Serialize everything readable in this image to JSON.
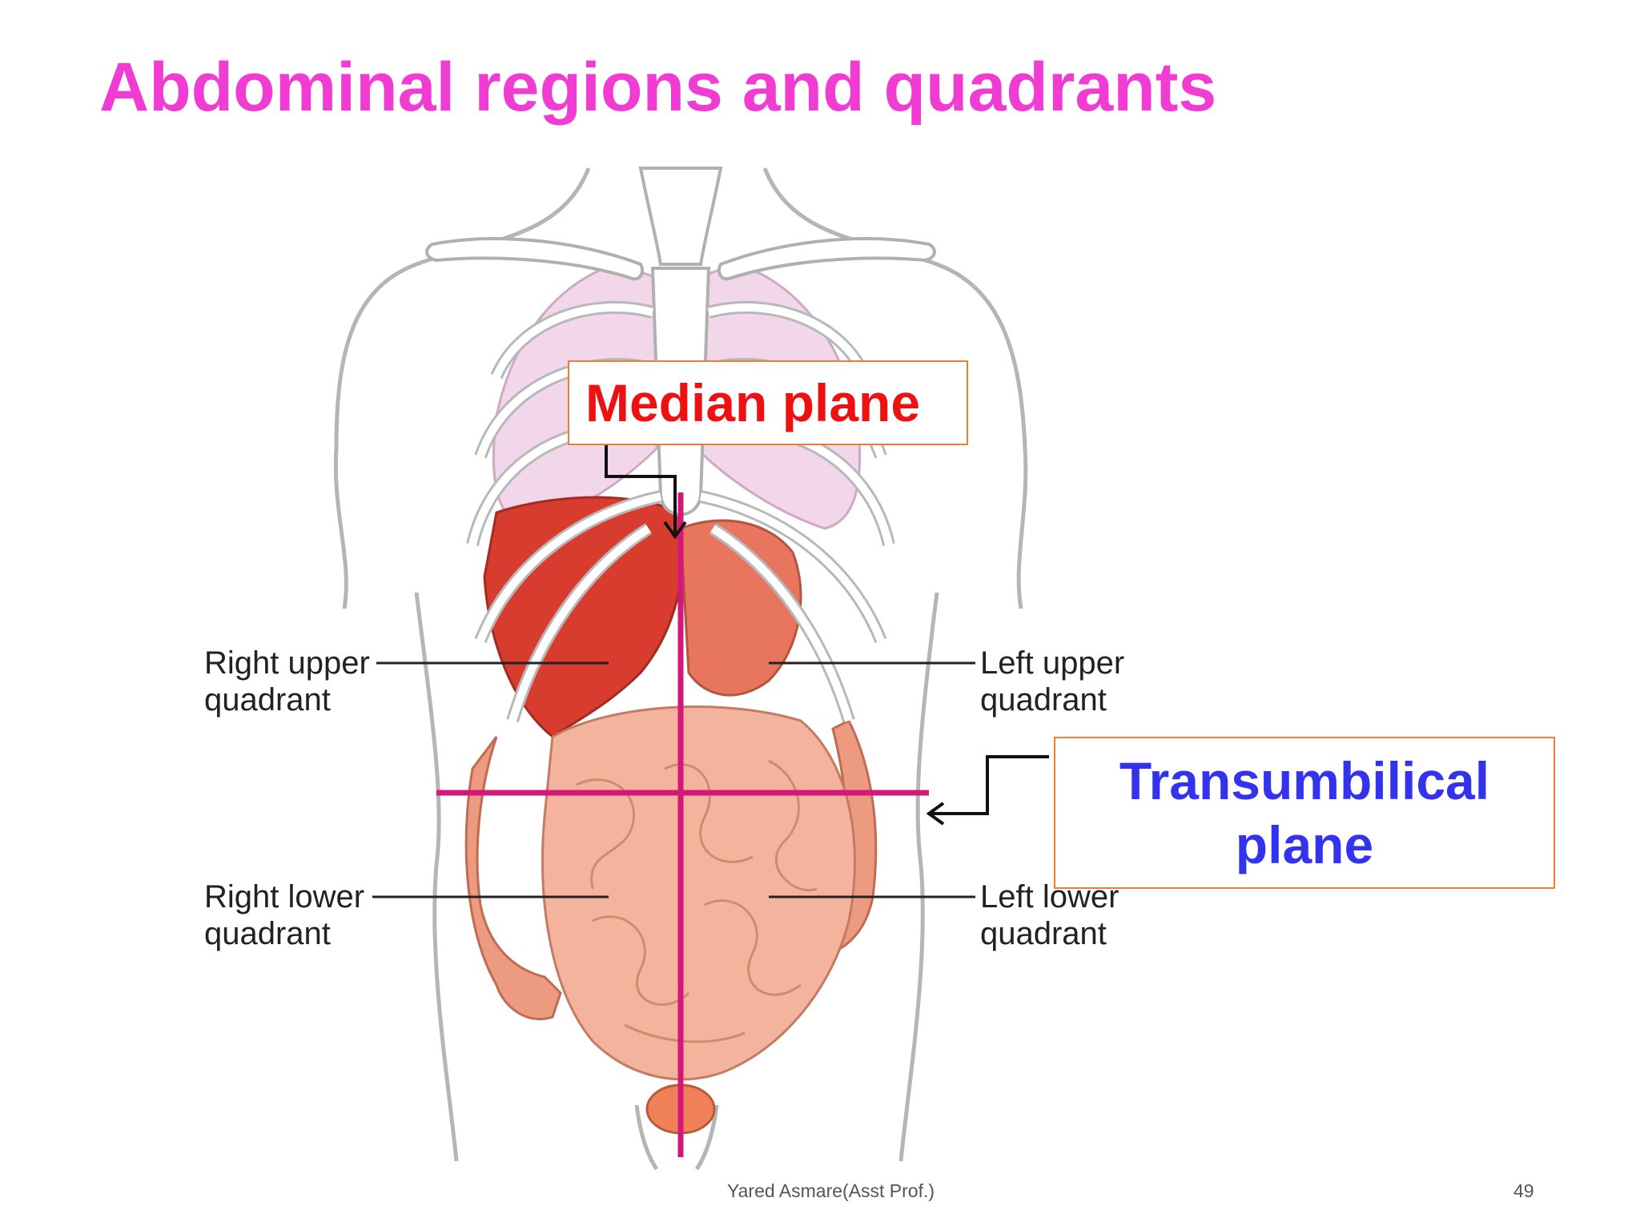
{
  "title": "Abdominal regions and quadrants",
  "labels": {
    "right_upper": [
      "Right upper",
      "quadrant"
    ],
    "left_upper": [
      "Left upper",
      "quadrant"
    ],
    "right_lower": [
      "Right lower",
      "quadrant"
    ],
    "left_lower": [
      "Left lower",
      "quadrant"
    ]
  },
  "callouts": {
    "median": "Median plane",
    "transumbilical": [
      "Transumbilical",
      "plane"
    ]
  },
  "footer": {
    "author": "Yared Asmare(Asst Prof.)",
    "page": "49"
  },
  "colors": {
    "title": "#f03cd2",
    "plane_lines": "#d6177a",
    "median_text": "#ee1111",
    "transumbilical_text": "#3333ee",
    "callout_border": "#e8803a"
  }
}
